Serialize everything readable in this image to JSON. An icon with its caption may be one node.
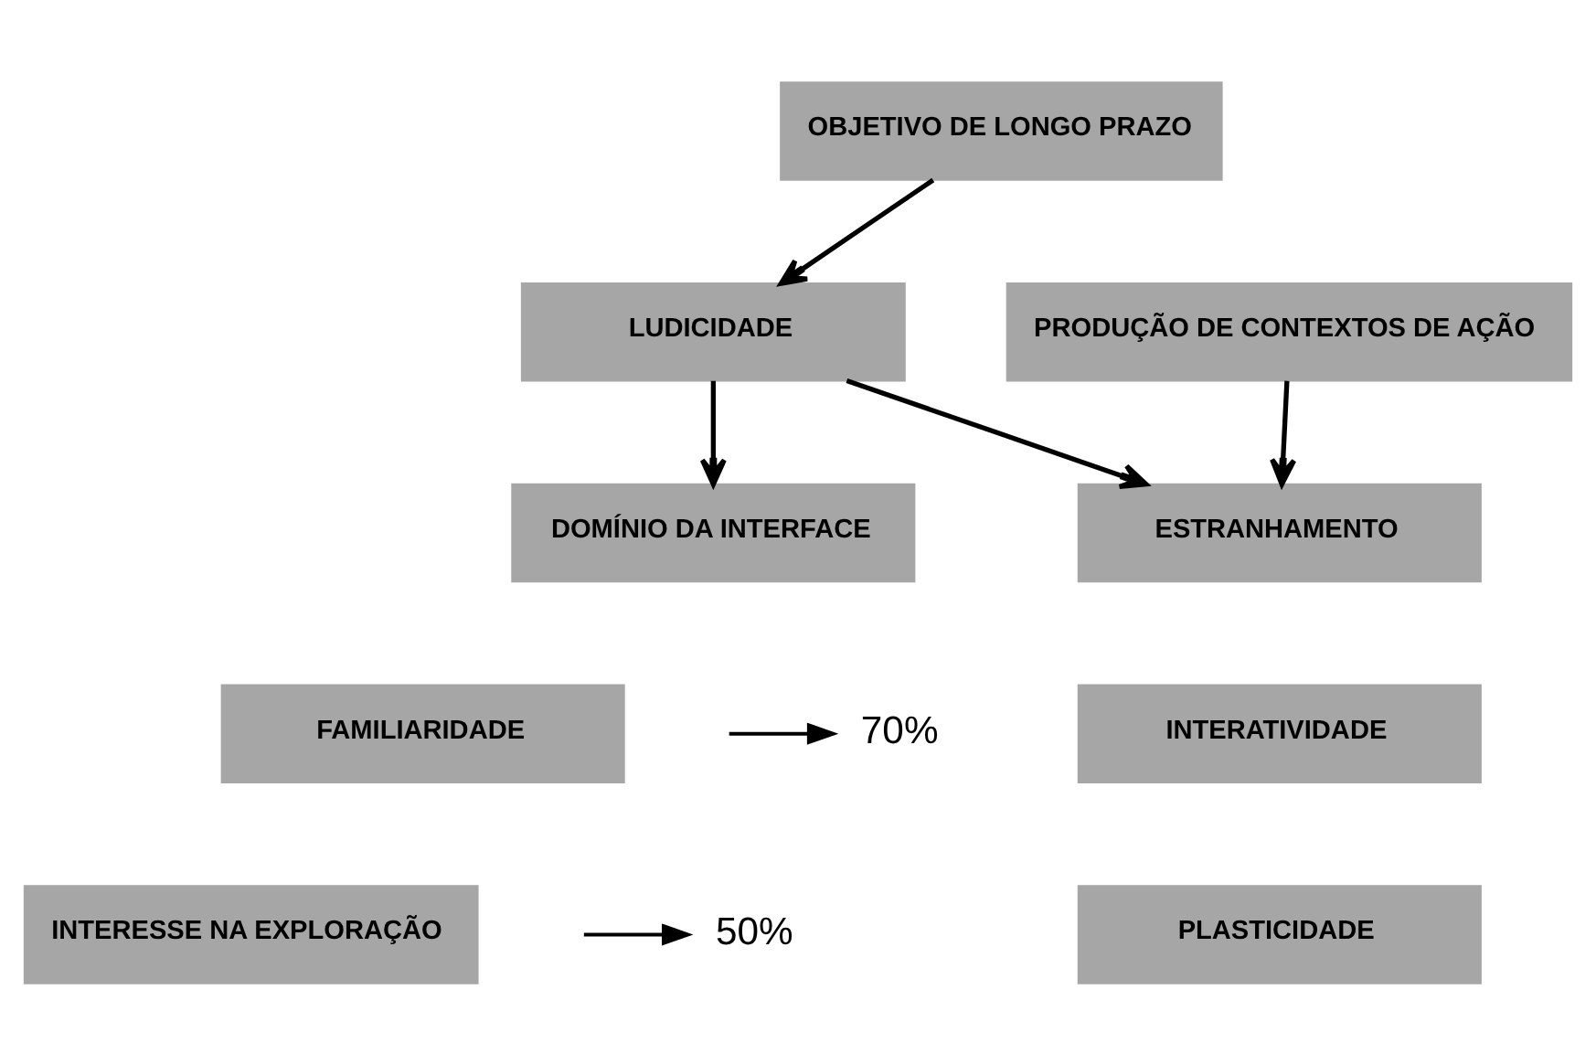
{
  "diagram": {
    "nodes": [
      {
        "text": [
          "OBJETIVO DE LONGO PRAZO"
        ]
      },
      {
        "text": [
          "LUDICIDADE"
        ]
      },
      {
        "text": [
          "PRODUÇÃO DE CONTEXTOS DE AÇÃO"
        ]
      },
      {
        "text": [
          "DOMÍNIO DA INTERFACE"
        ]
      },
      {
        "text": [
          "ESTRANHAMENTO"
        ]
      },
      {
        "text": [
          "FAMILIARIDADE"
        ]
      },
      {
        "text": [
          "INTERATIVIDADE"
        ]
      },
      {
        "text": [
          "INTERESSE NA EXPLORAÇÃO"
        ]
      },
      {
        "text": [
          "PLASTICIDADE"
        ]
      }
    ],
    "edges": [
      {
        "from": 0,
        "to": 1,
        "arrow": "to"
      },
      {
        "from": 1,
        "to": 3,
        "arrow": "to"
      },
      {
        "from": 1,
        "to": 4,
        "arrow": "to"
      },
      {
        "from": 2,
        "to": 4,
        "arrow": "to"
      }
    ],
    "legend": [
      {
        "text": "70%"
      },
      {
        "text": "50%"
      }
    ]
  }
}
